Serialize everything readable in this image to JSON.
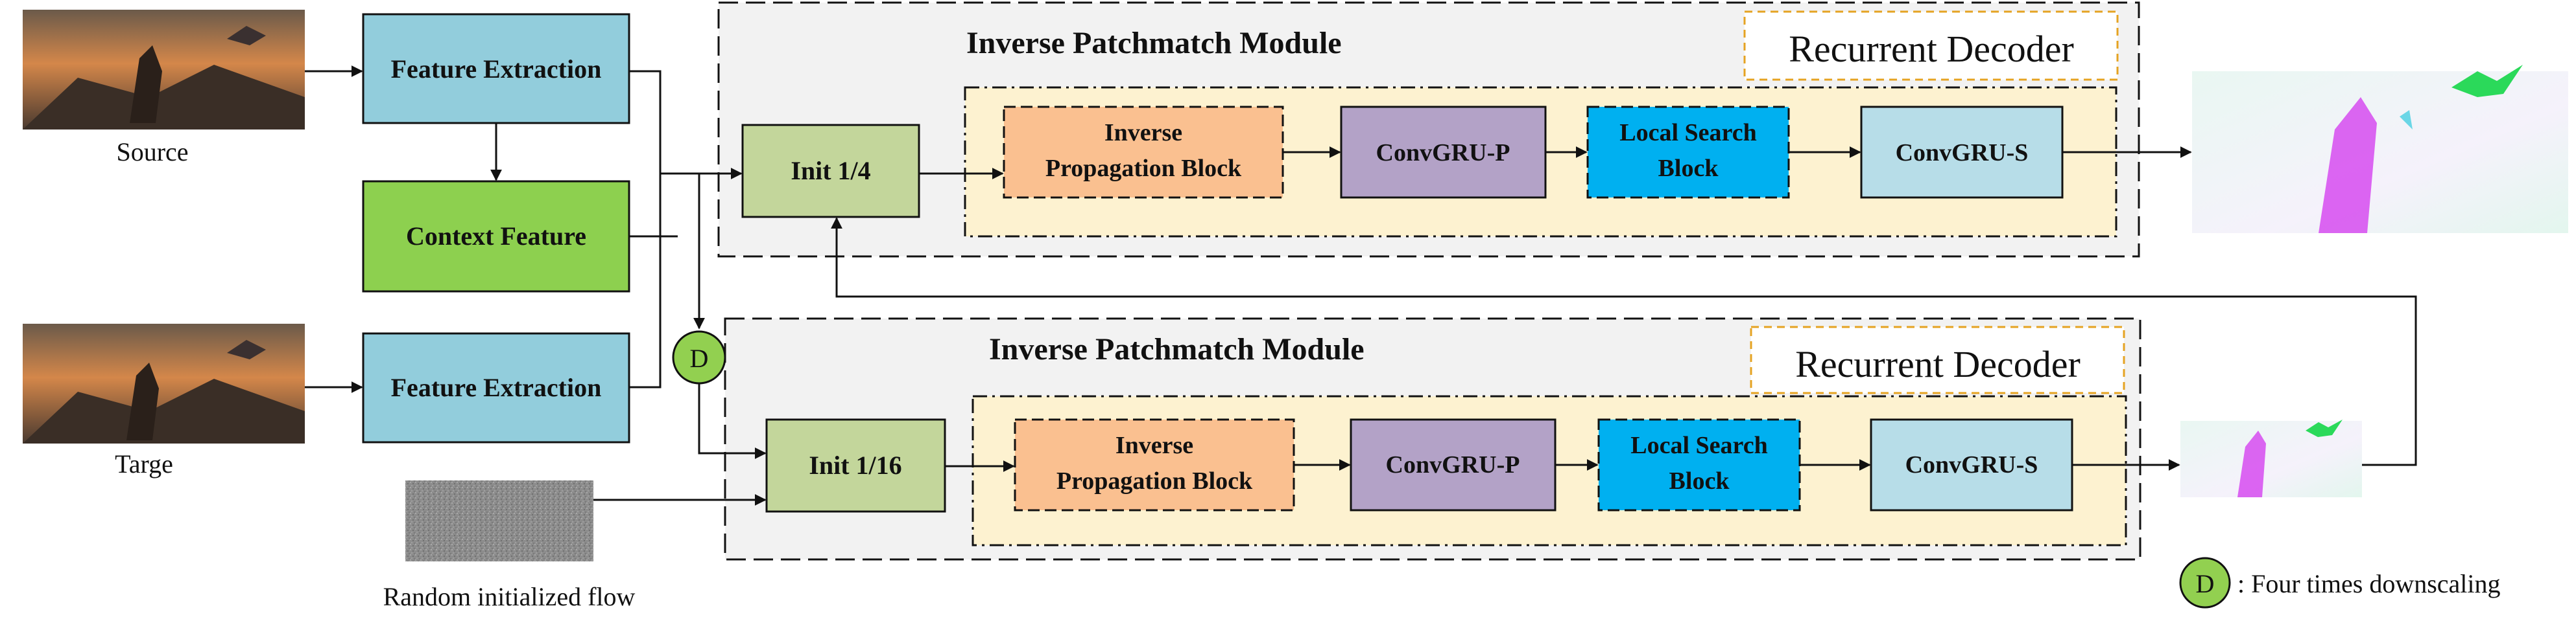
{
  "inputs": {
    "source_label": "Source",
    "target_label": "Targe",
    "random_flow_label": "Random initialized flow"
  },
  "encoder": {
    "feature_extraction_top": "Feature Extraction",
    "context_feature": "Context Feature",
    "feature_extraction_bottom": "Feature Extraction"
  },
  "module_top": {
    "title": "Inverse Patchmatch Module",
    "decoder_title": "Recurrent Decoder",
    "init_label": "Init 1/4",
    "inverse_propagation_line1": "Inverse",
    "inverse_propagation_line2": "Propagation  Block",
    "convgru_p": "ConvGRU-P",
    "local_search_line1": "Local Search",
    "local_search_line2": "Block",
    "convgru_s": "ConvGRU-S"
  },
  "module_bottom": {
    "title": "Inverse Patchmatch Module",
    "decoder_title": "Recurrent Decoder",
    "init_label": "Init 1/16",
    "inverse_propagation_line1": "Inverse",
    "inverse_propagation_line2": "Propagation Block",
    "convgru_p": "ConvGRU-P",
    "local_search_line1": "Local Search",
    "local_search_line2": "Block",
    "convgru_s": "ConvGRU-S"
  },
  "downscale": {
    "symbol": "D",
    "legend_text": ": Four times downscaling"
  },
  "colors": {
    "feature_extraction": "#92cddc",
    "context_feature": "#8dd04f",
    "init": "#c3d69b",
    "inverse_propagation": "#fac090",
    "convgru_p": "#b3a2c7",
    "local_search": "#00b0f0",
    "convgru_s": "#b7dde8",
    "module_bg": "#f2f2f2",
    "decoder_bg": "#fdf2d0",
    "downscale_circle": "#92d050"
  }
}
